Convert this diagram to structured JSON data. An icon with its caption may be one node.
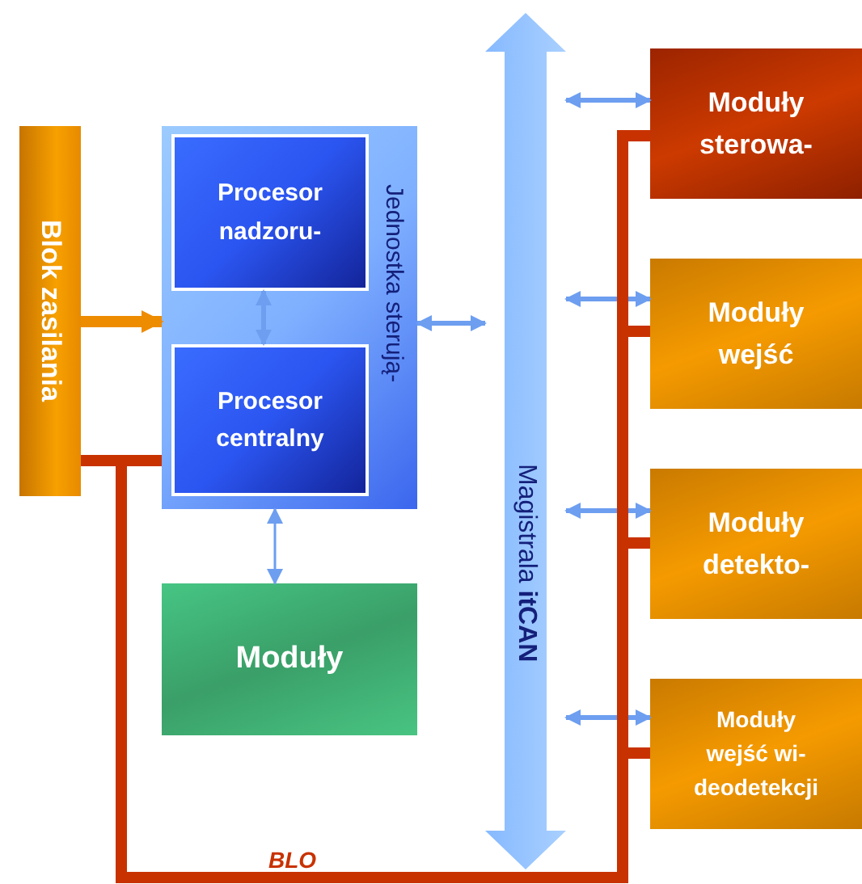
{
  "diagram": {
    "nodes": [
      {
        "text": [
          "Blok zasilania"
        ]
      },
      {
        "text": [
          "Jednostka sterują-"
        ]
      },
      {
        "text": [
          "Procesor nadzoru-"
        ],
        "in": 1
      },
      {
        "text": [
          "Procesor centralny"
        ],
        "in": 1
      },
      {
        "text": [
          "Moduły"
        ]
      },
      {
        "text": [
          "Magistrala **itCAN**"
        ]
      },
      {
        "text": [
          "Moduły sterowa-"
        ]
      },
      {
        "text": [
          "Moduły wejść"
        ]
      },
      {
        "text": [
          "Moduły detekto-"
        ]
      },
      {
        "text": [
          "Moduły wejść wi-deodetekcji"
        ]
      }
    ],
    "edges": [
      {
        "from": 0,
        "to": 1,
        "arrow": "to",
        "style": "thick",
        "color": "#ee8c00"
      },
      {
        "from": 2,
        "to": 3,
        "arrow": "both"
      },
      {
        "from": 1,
        "to": 5,
        "arrow": "both"
      },
      {
        "from": 1,
        "to": 4,
        "arrow": "both"
      },
      {
        "from": 5,
        "to": 6,
        "arrow": "both"
      },
      {
        "from": 5,
        "to": 7,
        "arrow": "both"
      },
      {
        "from": 5,
        "to": 8,
        "arrow": "both"
      },
      {
        "from": 5,
        "to": 9,
        "arrow": "both"
      },
      {
        "from": 0,
        "to": 1,
        "arrow": "none",
        "style": "thick",
        "color": "#c83200"
      },
      {
        "from": 0,
        "to": 6,
        "arrow": "none",
        "style": "thick",
        "color": "#c83200"
      },
      {
        "from": 0,
        "to": 7,
        "arrow": "none",
        "style": "thick",
        "color": "#c83200"
      },
      {
        "from": 0,
        "to": 8,
        "arrow": "none",
        "style": "thick",
        "color": "#c83200"
      },
      {
        "from": 0,
        "to": 9,
        "arrow": "none",
        "style": "thick",
        "color": "#c83200"
      }
    ],
    "labels": [
      "BLO"
    ]
  }
}
